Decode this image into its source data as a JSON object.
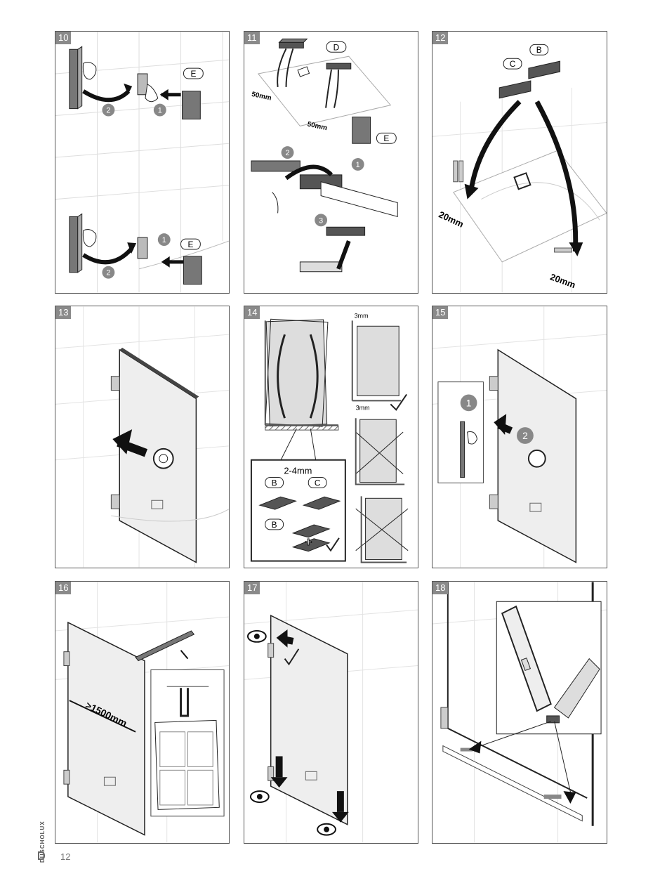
{
  "page": {
    "number": "12",
    "brand": "DUSCHOLUX"
  },
  "panels": [
    {
      "id": "10",
      "callouts": {
        "e1": "E",
        "e2": "E",
        "n1": "1",
        "n2": "2",
        "n3": "1",
        "n4": "2"
      }
    },
    {
      "id": "11",
      "callouts": {
        "d": "D",
        "m1": "50mm",
        "m2": "50mm",
        "e": "E",
        "n1": "1",
        "n2": "2",
        "n3": "3"
      }
    },
    {
      "id": "12",
      "callouts": {
        "b": "B",
        "c": "C",
        "m1": "20mm",
        "m2": "20mm"
      }
    },
    {
      "id": "13",
      "callouts": {}
    },
    {
      "id": "14",
      "callouts": {
        "m1": "3mm",
        "m2": "3mm",
        "range": "2-4mm",
        "b1": "B",
        "c": "C",
        "b2": "B"
      }
    },
    {
      "id": "15",
      "callouts": {
        "n1": "1",
        "n2": "2"
      }
    },
    {
      "id": "16",
      "callouts": {
        "m": ">1500mm"
      }
    },
    {
      "id": "17",
      "callouts": {}
    },
    {
      "id": "18",
      "callouts": {}
    }
  ],
  "icons": [
    "hand-icon",
    "arrow-icon",
    "check-icon",
    "cross-icon",
    "eye-icon",
    "cutter-icon",
    "suction-cup-icon"
  ]
}
